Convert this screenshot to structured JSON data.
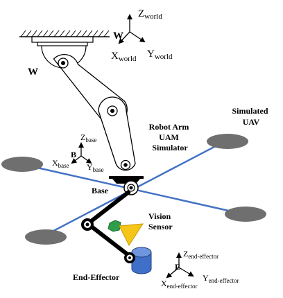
{
  "labels": {
    "world_frame": {
      "name": "W",
      "z": {
        "main": "Z",
        "sub": "world"
      },
      "x": {
        "main": "X",
        "sub": "world"
      },
      "y": {
        "main": "Y",
        "sub": "world"
      }
    },
    "mount_label": "W",
    "base_frame": {
      "name": "B",
      "z": {
        "main": "Z",
        "sub": "base"
      },
      "x": {
        "main": "X",
        "sub": "base"
      },
      "y": {
        "main": "Y",
        "sub": "base"
      }
    },
    "robot_arm": [
      "Robot Arm",
      "UAM",
      "Simulator"
    ],
    "simulated_uav": [
      "Simulated",
      "UAV"
    ],
    "base": "Base",
    "vision_sensor": [
      "Vision",
      "Sensor"
    ],
    "end_effector": "End-Effector",
    "ee_frame": {
      "name": "E",
      "z": {
        "main": "Z",
        "sub": "end-effector"
      },
      "x": {
        "main": "X",
        "sub": "end-effector"
      },
      "y": {
        "main": "Y",
        "sub": "end-effector"
      }
    }
  },
  "colors": {
    "uav_arm": "#4472c4",
    "rotor": "#6f6f6f",
    "link_fill": "#ffffff",
    "link_stroke": "#000000",
    "sensor_green": "#2e9e4a",
    "sensor_yellow": "#f5c518",
    "gripper_blue": "#3f6fc8"
  }
}
